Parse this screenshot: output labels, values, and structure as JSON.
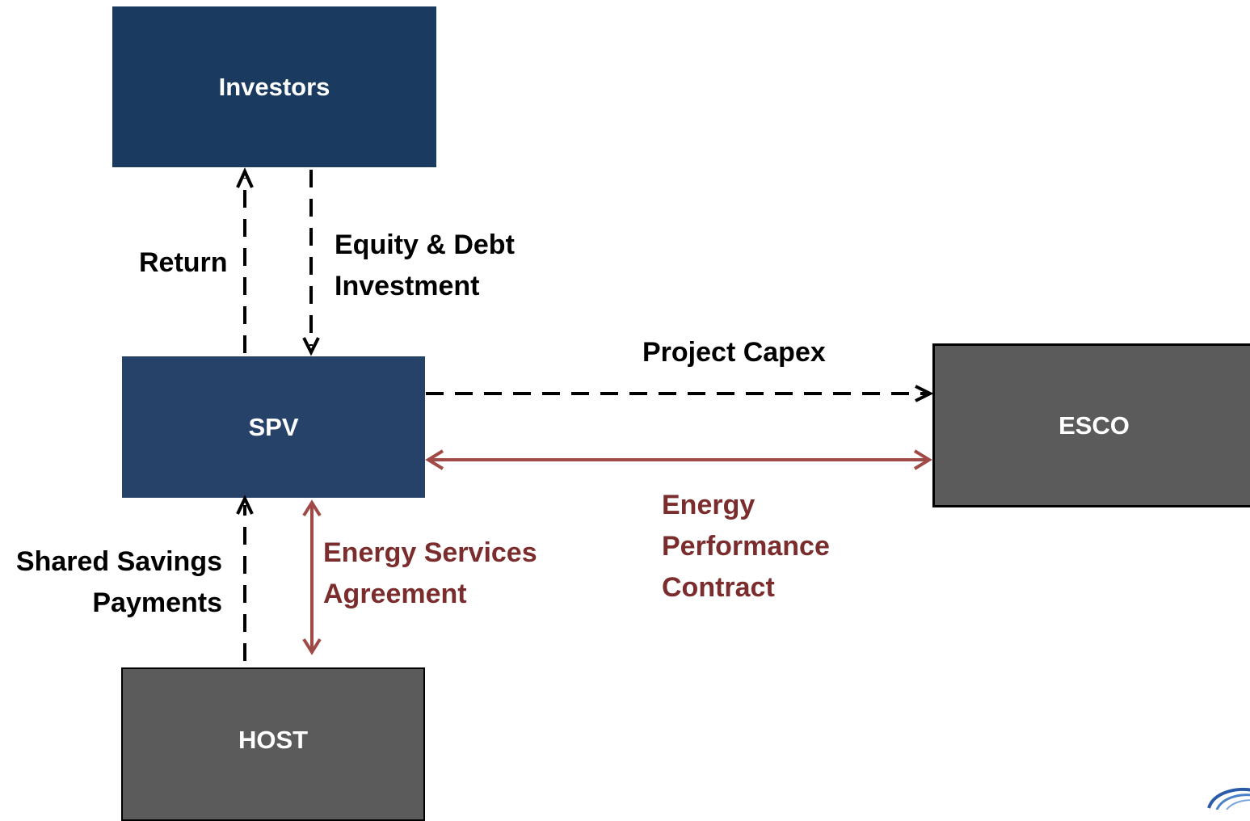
{
  "nodes": {
    "investors": "Investors",
    "spv": "SPV",
    "esco": "ESCO",
    "host": "HOST"
  },
  "flows": {
    "return": "Return",
    "equity_debt_line1": "Equity & Debt",
    "equity_debt_line2": "Investment",
    "project_capex": "Project Capex",
    "energy_performance_line1": "Energy",
    "energy_performance_line2": "Performance",
    "energy_performance_line3": "Contract",
    "shared_savings_line1": "Shared Savings",
    "shared_savings_line2": "Payments",
    "energy_services_line1": "Energy Services",
    "energy_services_line2": "Agreement"
  },
  "colors": {
    "dark_navy": "#1a3a60",
    "navy": "#274268",
    "gray": "#5b5b5b",
    "contract_red": "#a04a48",
    "contract_label": "#7b2c2c"
  },
  "logo": {
    "icon": "globe-swoosh-logo"
  }
}
